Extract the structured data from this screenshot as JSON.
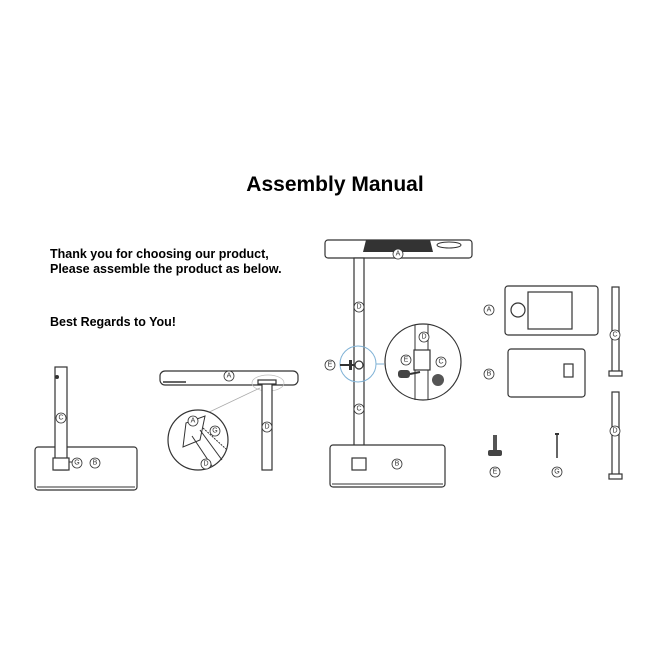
{
  "title": "Assembly Manual",
  "intro": {
    "line1": "Thank you for choosing our product,",
    "line2": "Please assemble the product as below.",
    "regards": "Best Regards to You!"
  },
  "parts": {
    "A": "A",
    "B": "B",
    "C": "C",
    "D": "D",
    "E": "E",
    "G": "G"
  }
}
